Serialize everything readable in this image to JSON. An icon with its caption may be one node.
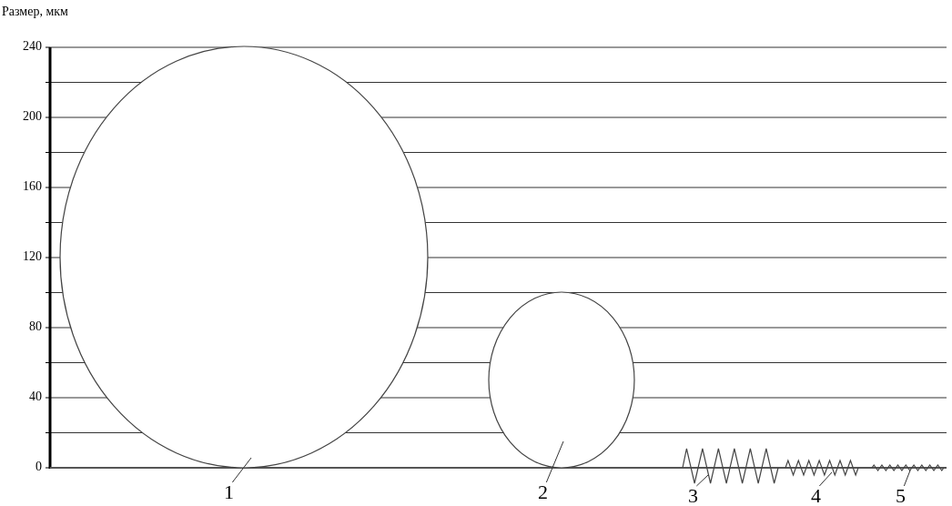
{
  "diagram": {
    "nodes": [
      {
        "text": [],
        "shape": "circle"
      },
      {
        "text": [],
        "shape": "circle"
      },
      {
        "text": [],
        "shape": "zigzag"
      },
      {
        "text": [],
        "shape": "zigzag"
      },
      {
        "text": [],
        "shape": "zigzag"
      },
      {
        "text": [
          "1"
        ]
      },
      {
        "text": [
          "2"
        ]
      },
      {
        "text": [
          "3"
        ]
      },
      {
        "text": [
          "4"
        ]
      },
      {
        "text": [
          "5"
        ]
      }
    ],
    "edges": [
      {
        "from": 5,
        "to": 0,
        "arrow": "none"
      },
      {
        "from": 6,
        "to": 1,
        "arrow": "none"
      },
      {
        "from": 7,
        "to": 2,
        "arrow": "none"
      },
      {
        "from": 8,
        "to": 3,
        "arrow": "none"
      },
      {
        "from": 9,
        "to": 4,
        "arrow": "none"
      }
    ],
    "labels": [
      "Размер, мкм",
      "240",
      "200",
      "160",
      "120",
      "80",
      "40",
      "0"
    ]
  }
}
